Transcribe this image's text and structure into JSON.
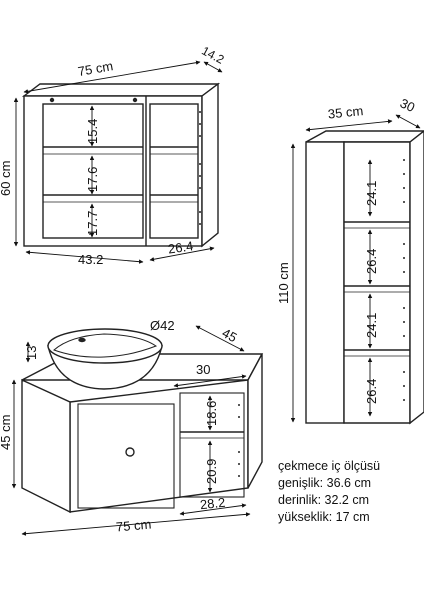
{
  "wall_shelf": {
    "width": "75 cm",
    "depth": "14.2",
    "height": "60 cm",
    "shelf_top": "15.4",
    "shelf_mid": "17.6",
    "shelf_bottom": "17.7",
    "left_bay": "43.2",
    "right_bay": "26.4"
  },
  "tall_cabinet": {
    "width": "35 cm",
    "depth": "30",
    "height": "110 cm",
    "comp_1": "24.1",
    "comp_2": "26.4",
    "comp_3": "24.1",
    "comp_4": "26.4"
  },
  "vanity": {
    "basin": "Ø42",
    "basin_height": "13",
    "depth": "45",
    "height": "45 cm",
    "inner_depth": "30",
    "shelf_top": "18.6",
    "shelf_bottom": "20.9",
    "inner_width": "28.2",
    "width": "75 cm"
  },
  "drawer_note": {
    "title": "çekmece iç ölçüsü",
    "width": "genişlik: 36.6 cm",
    "depth": "derinlik: 32.2 cm",
    "height": "yükseklik: 17 cm"
  }
}
